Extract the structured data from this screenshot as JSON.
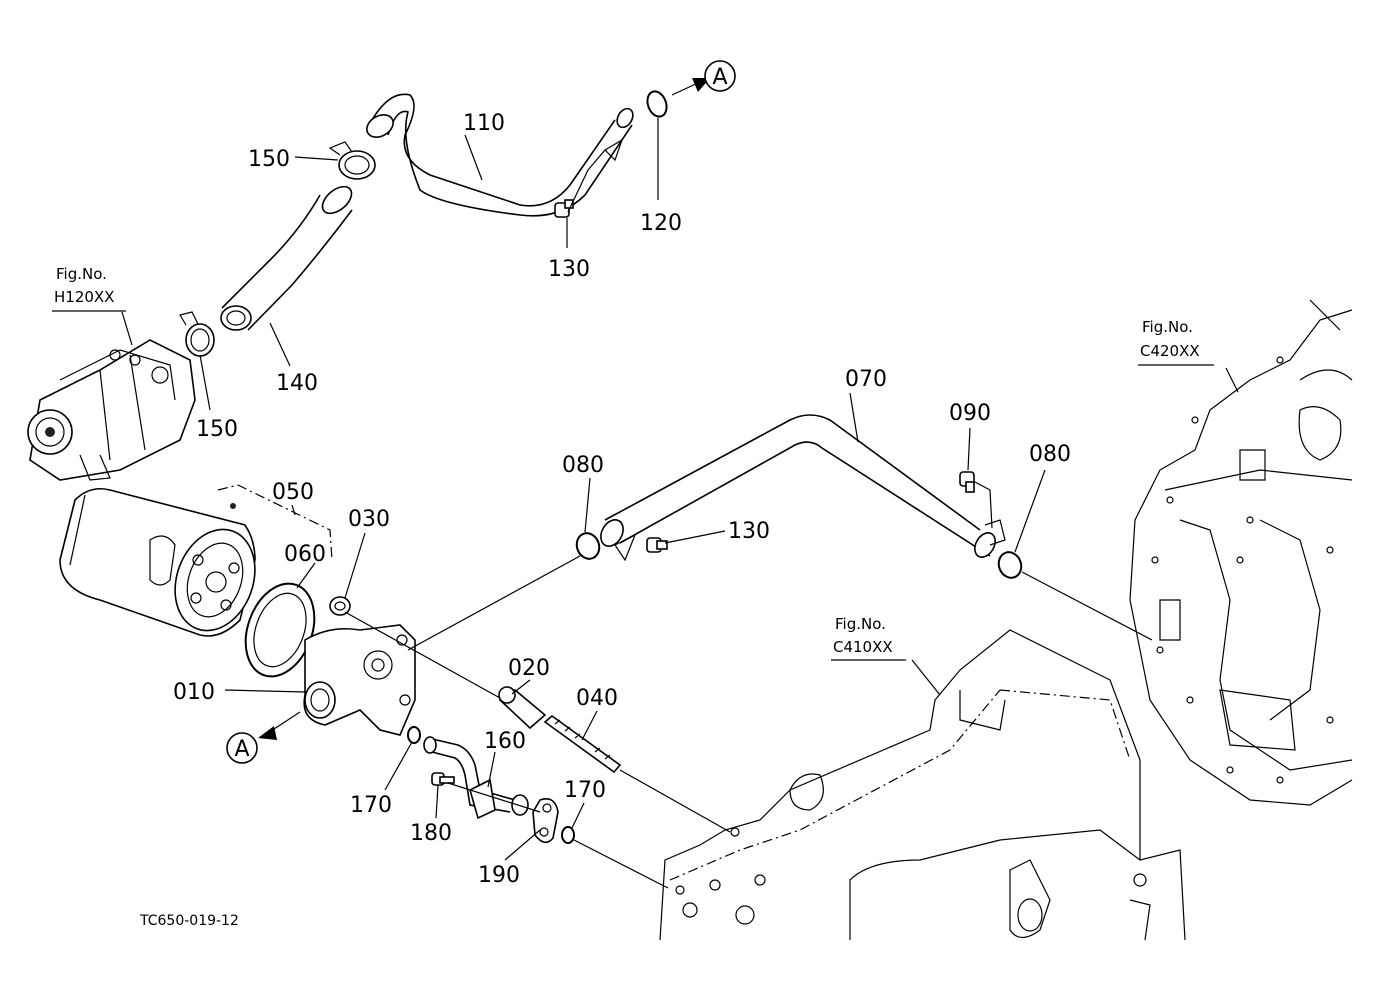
{
  "diagram": {
    "drawing_code": "TC650-019-12",
    "circle_marker": "A",
    "parts": {
      "p010": "010",
      "p020": "020",
      "p030": "030",
      "p040": "040",
      "p050": "050",
      "p060": "060",
      "p070": "070",
      "p080a": "080",
      "p080b": "080",
      "p090": "090",
      "p110": "110",
      "p120": "120",
      "p130a": "130",
      "p130b": "130",
      "p140": "140",
      "p150a": "150",
      "p150b": "150",
      "p160": "160",
      "p170a": "170",
      "p170b": "170",
      "p180": "180",
      "p190": "190"
    },
    "fig_refs": {
      "h120_label": "Fig.No.",
      "h120_code": "H120XX",
      "c420_label": "Fig.No.",
      "c420_code": "C420XX",
      "c410_label": "Fig.No.",
      "c410_code": "C410XX"
    }
  }
}
